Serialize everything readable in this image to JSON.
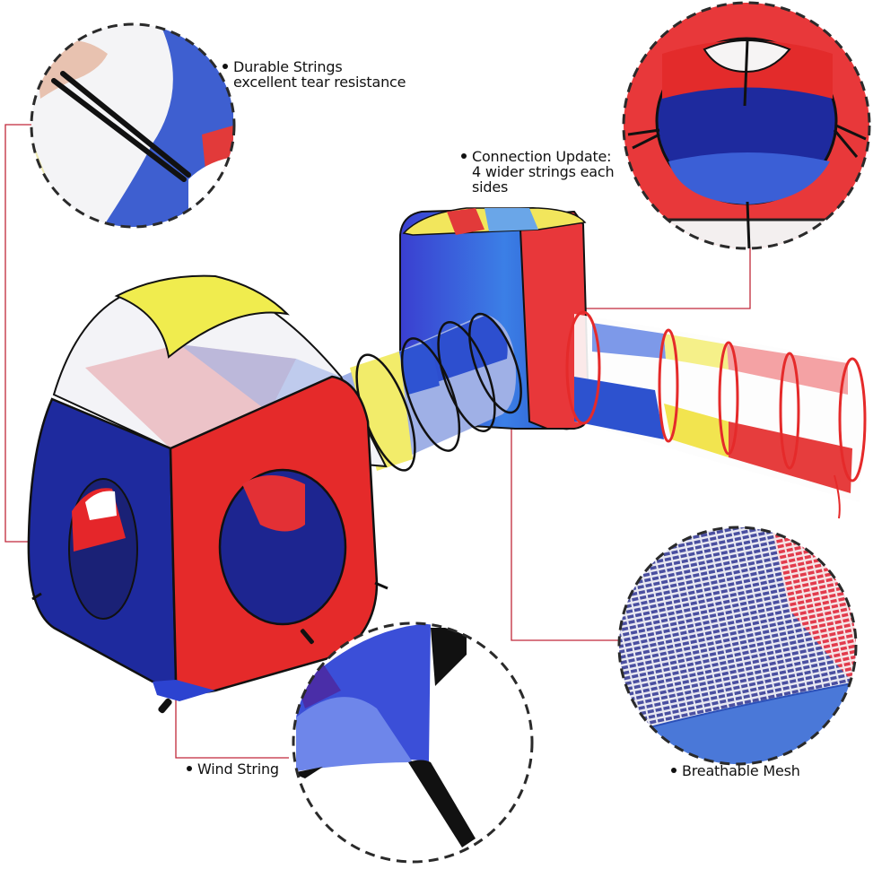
{
  "colors": {
    "background": "#ffffff",
    "callout_line": "#c0283a",
    "circle_dash": "#2a2a2a",
    "tent_blue": "#1f2fa8",
    "tent_red": "#e52a2a",
    "tent_yellow": "#f1ec5a",
    "trim_black": "#111111",
    "text": "#111111"
  },
  "callouts": [
    {
      "id": "durable-strings",
      "lines": [
        "Durable Strings",
        "excellent tear resistance"
      ],
      "detail_circle": "Hand pulling black strap handles on blue/white/yellow tent fabric"
    },
    {
      "id": "connection-update",
      "lines": [
        "Connection Update:",
        "4 wider strings each",
        "sides"
      ],
      "detail_circle": "Red tunnel-connector ring with 4 black tie strings around blue opening"
    },
    {
      "id": "wind-string",
      "lines": [
        "Wind String"
      ],
      "detail_circle": "Blue tent corner with black wind-string tab"
    },
    {
      "id": "breathable-mesh",
      "lines": [
        "Breathable Mesh"
      ],
      "detail_circle": "Close-up of blue and red mesh grid fabric"
    }
  ],
  "product": {
    "description": "Pop-up kids play tent set: pyramid tent, two crawl tunnels and a cube tent",
    "pieces": [
      "Pyramid tent",
      "Crawl tunnel (yellow/blue)",
      "Cube tent",
      "Crawl tunnel (blue/yellow/red)"
    ]
  }
}
